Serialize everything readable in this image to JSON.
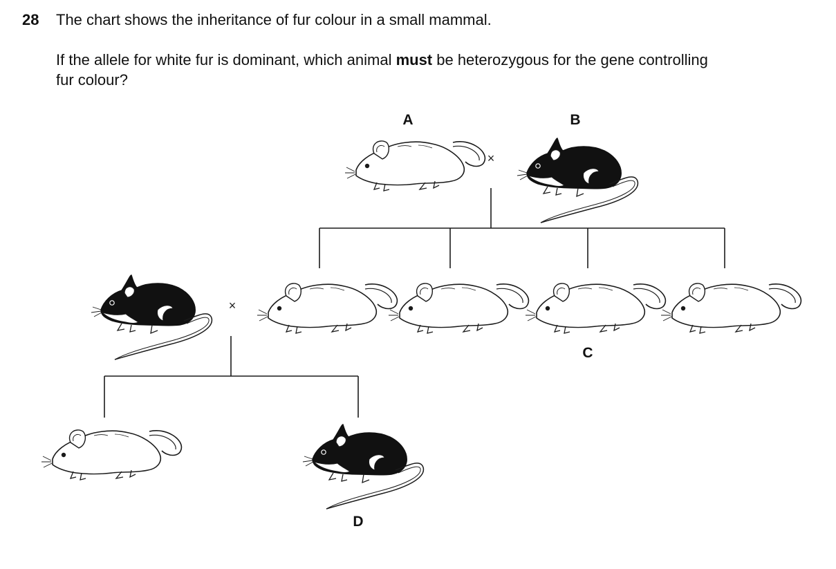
{
  "question": {
    "number": "28",
    "stem": "The chart shows the inheritance of fur colour in a small mammal.",
    "ask_before": "If the allele for white fur is dominant, which animal ",
    "ask_bold": "must",
    "ask_after": " be heterozygous for the gene controlling",
    "ask_line2": "fur colour?"
  },
  "diagram": {
    "cross_symbol": "×",
    "labels": {
      "a": "A",
      "b": "B",
      "c": "C",
      "d": "D"
    },
    "animals": [
      {
        "id": "A",
        "fur": "white",
        "generation": 1
      },
      {
        "id": "B",
        "fur": "black",
        "generation": 1
      },
      {
        "id": "mate",
        "fur": "black",
        "generation": 2
      },
      {
        "id": "child1",
        "fur": "white",
        "generation": 2
      },
      {
        "id": "child2",
        "fur": "white",
        "generation": 2
      },
      {
        "id": "C",
        "fur": "white",
        "generation": 2
      },
      {
        "id": "child4",
        "fur": "white",
        "generation": 2
      },
      {
        "id": "grandchild1",
        "fur": "white",
        "generation": 3
      },
      {
        "id": "D",
        "fur": "black",
        "generation": 3
      }
    ],
    "colors": {
      "black_fur": "#111111",
      "white_fur": "#ffffff",
      "outline": "#1a1a1a"
    }
  }
}
